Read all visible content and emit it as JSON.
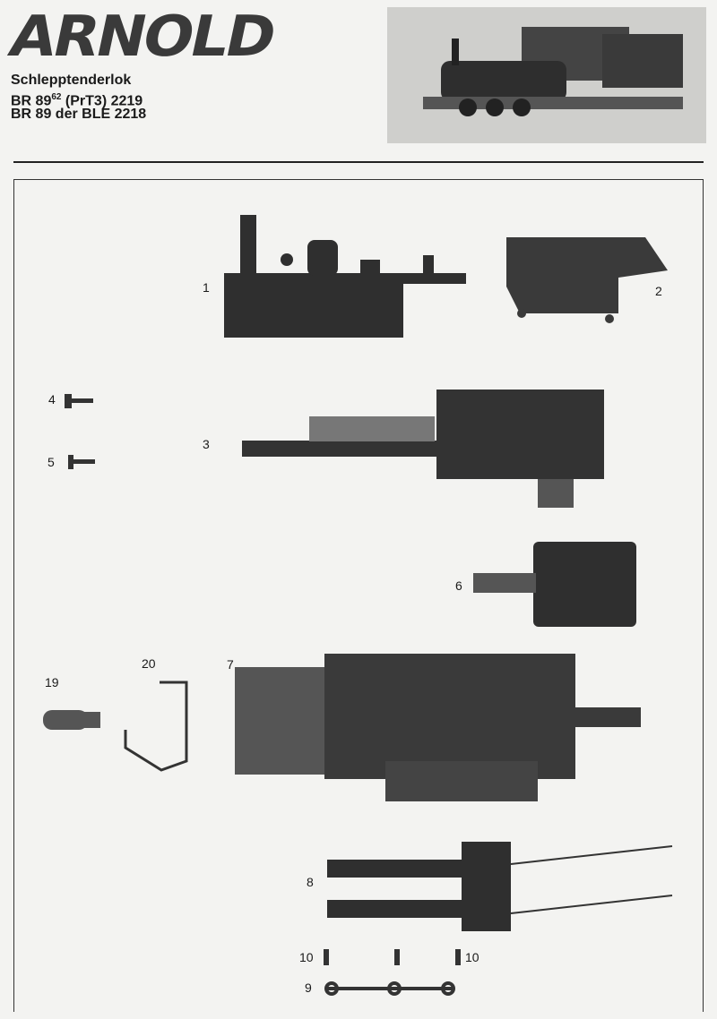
{
  "header": {
    "brand": "ARNOLD",
    "title_line1": "Schlepptenderlok",
    "title_line2_pre": "BR 89",
    "title_line2_sup": "62",
    "title_line2_post": " (PrT3) 2219",
    "title_line3": "BR 89 der BLE 2218"
  },
  "parts": [
    {
      "label": "1"
    },
    {
      "label": "2"
    },
    {
      "label": "3"
    },
    {
      "label": "4"
    },
    {
      "label": "5"
    },
    {
      "label": "6"
    },
    {
      "label": "7"
    },
    {
      "label": "19"
    },
    {
      "label": "20"
    },
    {
      "label": "8"
    },
    {
      "label": "10"
    },
    {
      "label": "9"
    },
    {
      "label": "10"
    }
  ]
}
